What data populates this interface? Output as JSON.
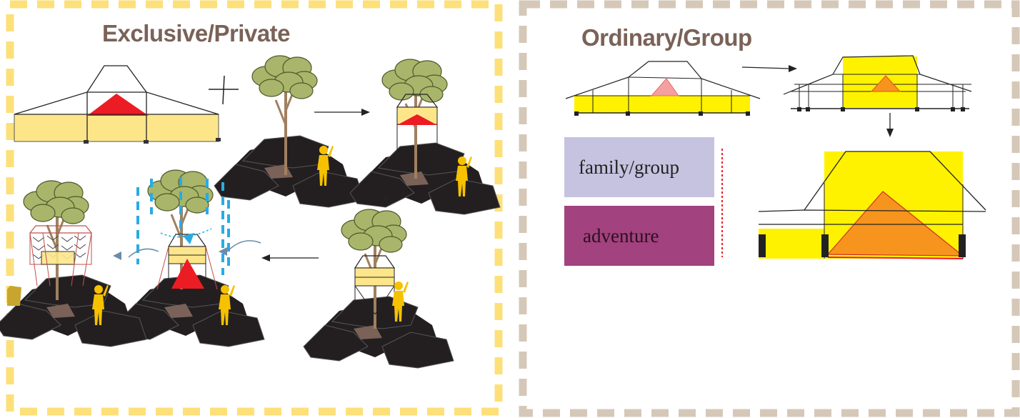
{
  "left_panel": {
    "title": "Exclusive/Private",
    "border_color": "#fde07a"
  },
  "right_panel": {
    "title": "Ordinary/Group",
    "border_color": "#d6c8b8",
    "legend": [
      {
        "label": "family/group",
        "color": "#c5c3e0"
      },
      {
        "label": "adventure",
        "color": "#a2427f"
      }
    ]
  },
  "colors": {
    "roof_fill": "#fde68a",
    "bright_yellow": "#fff200",
    "red_triangle": "#ec1c24",
    "pink_triangle": "#f4a0a0",
    "orange_triangle": "#f7941d",
    "tree_foliage": "#a9b56a",
    "tree_trunk": "#a08060",
    "rock": "#231f20",
    "person": "#f6c100",
    "rain": "#29abe2"
  }
}
